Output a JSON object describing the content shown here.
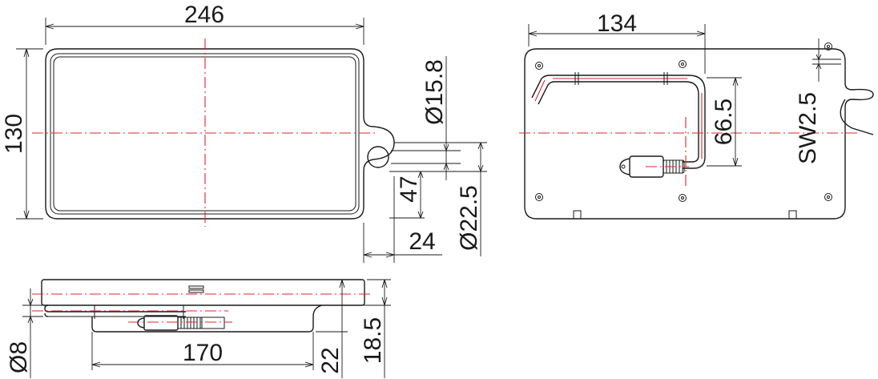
{
  "colors": {
    "line": "#1a1a1a",
    "centerline": "#e0262b",
    "background": "#ffffff"
  },
  "dimensions": {
    "front_width": "246",
    "front_height": "130",
    "tab_hole_dia": "Ø15.8",
    "tab_outer_dia": "Ø22.5",
    "tab_offset": "47",
    "tab_length": "24",
    "back_width": "134",
    "handle_height": "66.5",
    "wrench_size": "SW2.5",
    "side_length": "170",
    "side_dia": "Ø8",
    "side_height_total": "22",
    "side_height": "18.5"
  }
}
